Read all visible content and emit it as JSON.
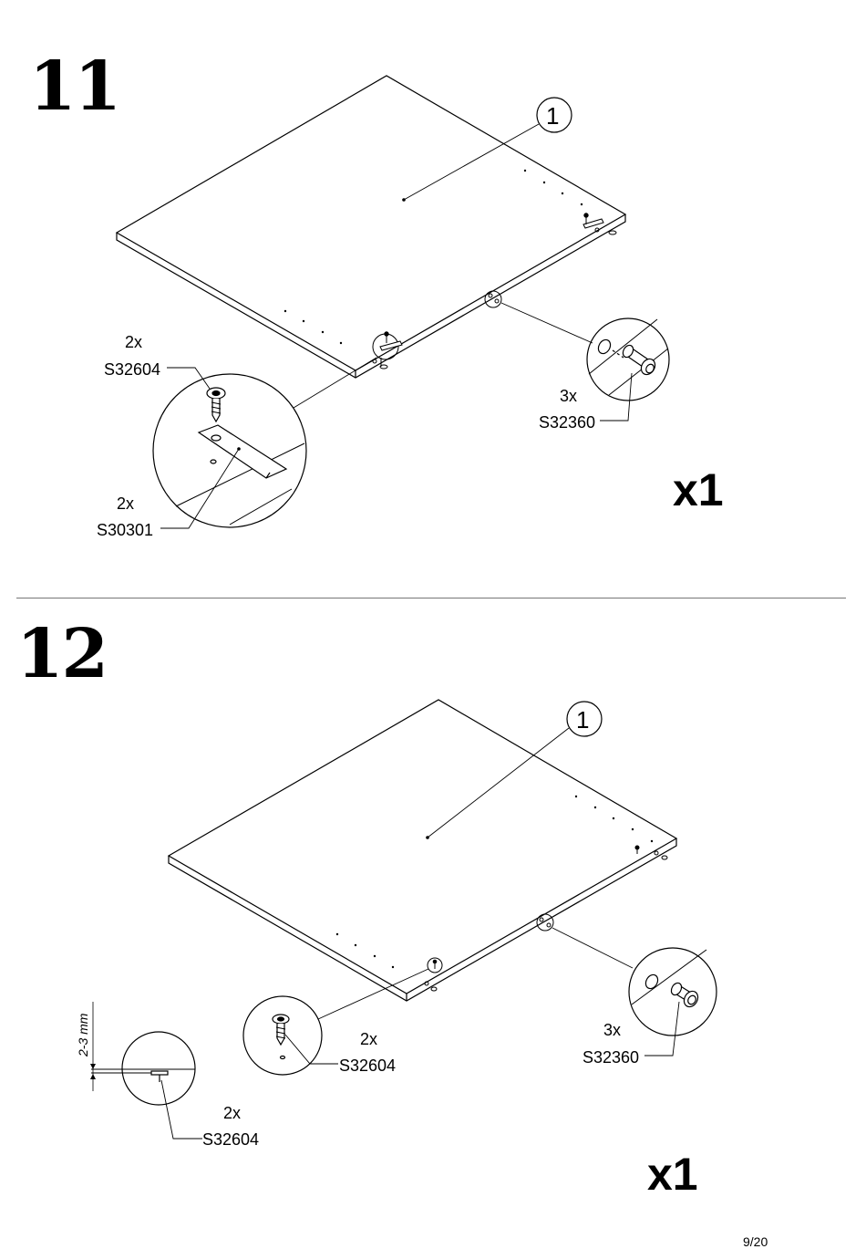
{
  "steps": [
    {
      "number": "11",
      "panel_callout": "1",
      "quantity": "x1",
      "parts": [
        {
          "qty": "2x",
          "code": "S32604"
        },
        {
          "qty": "2x",
          "code": "S30301"
        },
        {
          "qty": "3x",
          "code": "S32360"
        }
      ]
    },
    {
      "number": "12",
      "panel_callout": "1",
      "quantity": "x1",
      "parts": [
        {
          "qty": "2x",
          "code": "S32604"
        },
        {
          "qty": "3x",
          "code": "S32360"
        },
        {
          "qty": "2x",
          "code": "S32604"
        }
      ],
      "dimension": "2-3 mm"
    }
  ],
  "footer": {
    "page": "9/20"
  }
}
